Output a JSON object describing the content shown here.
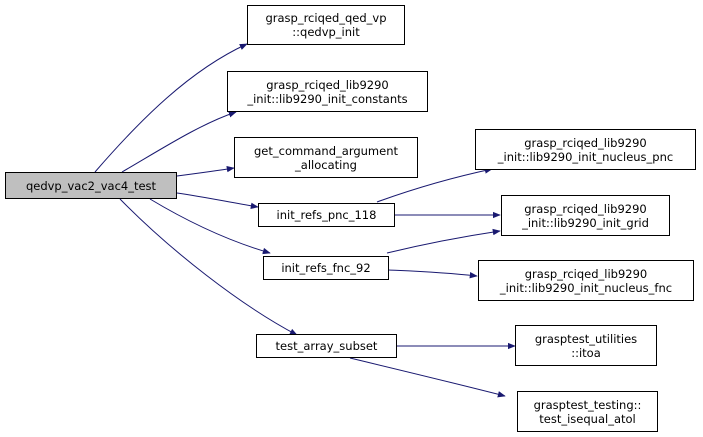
{
  "root": {
    "label": "qedvp_vac2_vac4_test"
  },
  "nodes": {
    "qedvp_init": {
      "l1": "grasp_rciqed_qed_vp",
      "l2": "::qedvp_init"
    },
    "lib9290_init_constants": {
      "l1": "grasp_rciqed_lib9290",
      "l2": "_init::lib9290_init_constants"
    },
    "get_command_argument": {
      "l1": "get_command_argument",
      "l2": "_allocating"
    },
    "init_refs_pnc_118": {
      "l1": "init_refs_pnc_118"
    },
    "init_refs_fnc_92": {
      "l1": "init_refs_fnc_92"
    },
    "test_array_subset": {
      "l1": "test_array_subset"
    },
    "lib9290_init_nucleus_pnc": {
      "l1": "grasp_rciqed_lib9290",
      "l2": "_init::lib9290_init_nucleus_pnc"
    },
    "lib9290_init_grid": {
      "l1": "grasp_rciqed_lib9290",
      "l2": "_init::lib9290_init_grid"
    },
    "lib9290_init_nucleus_fnc": {
      "l1": "grasp_rciqed_lib9290",
      "l2": "_init::lib9290_init_nucleus_fnc"
    },
    "itoa": {
      "l1": "grasptest_utilities",
      "l2": "::itoa"
    },
    "test_isequal_atol": {
      "l1": "grasptest_testing::",
      "l2": "test_isequal_atol"
    }
  },
  "colors": {
    "edge": "#191970",
    "root_fill": "#bfbfbf",
    "node_border": "#000000"
  }
}
